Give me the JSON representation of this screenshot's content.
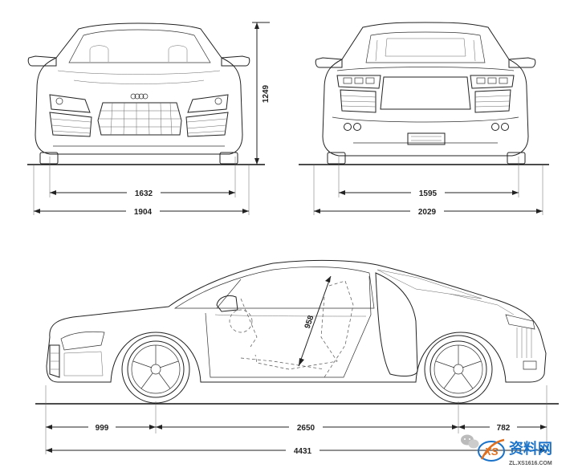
{
  "dimensions": {
    "front_height": "1249",
    "front_track": "1632",
    "front_width": "1904",
    "rear_track": "1595",
    "rear_width": "2029",
    "front_overhang": "999",
    "wheelbase": "2650",
    "rear_overhang": "782",
    "total_length": "4431",
    "seat_height": "958"
  },
  "watermark": {
    "logo_text": "XS",
    "brand_text": "资料网",
    "url_text": "ZL.XS1616.COM"
  },
  "colors": {
    "line": "#222222",
    "background": "#ffffff",
    "watermark_orange": "#e07020",
    "watermark_blue": "#1a73c9"
  }
}
